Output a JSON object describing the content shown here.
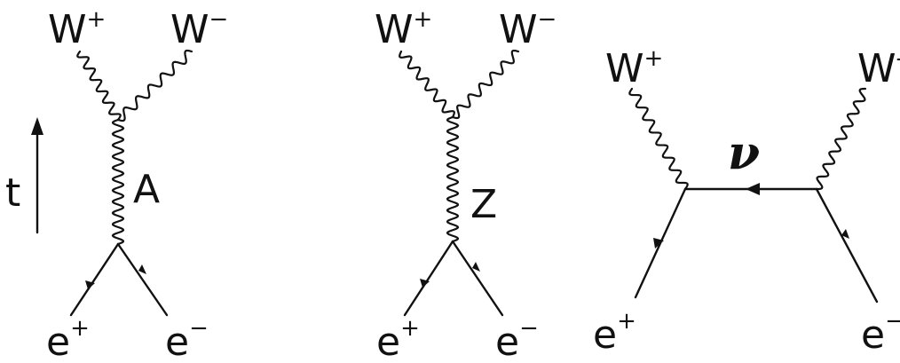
{
  "time_label": "t",
  "diagram1": {
    "wplus": {
      "base": "W",
      "sup": "+"
    },
    "wminus": {
      "base": "W",
      "sup": "−"
    },
    "propagator": "A",
    "eplus": {
      "base": "e",
      "sup": "+"
    },
    "eminus": {
      "base": "e",
      "sup": "−"
    }
  },
  "diagram2": {
    "wplus": {
      "base": "W",
      "sup": "+"
    },
    "wminus": {
      "base": "W",
      "sup": "−"
    },
    "propagator": "Z",
    "eplus": {
      "base": "e",
      "sup": "+"
    },
    "eminus": {
      "base": "e",
      "sup": "−"
    }
  },
  "diagram3": {
    "wplus": {
      "base": "W",
      "sup": "+"
    },
    "wminus": {
      "base": "W",
      "sup": "-"
    },
    "propagator": "ν",
    "eplus": {
      "base": "e",
      "sup": "+"
    },
    "eminus": {
      "base": "e",
      "sup": "−"
    }
  }
}
